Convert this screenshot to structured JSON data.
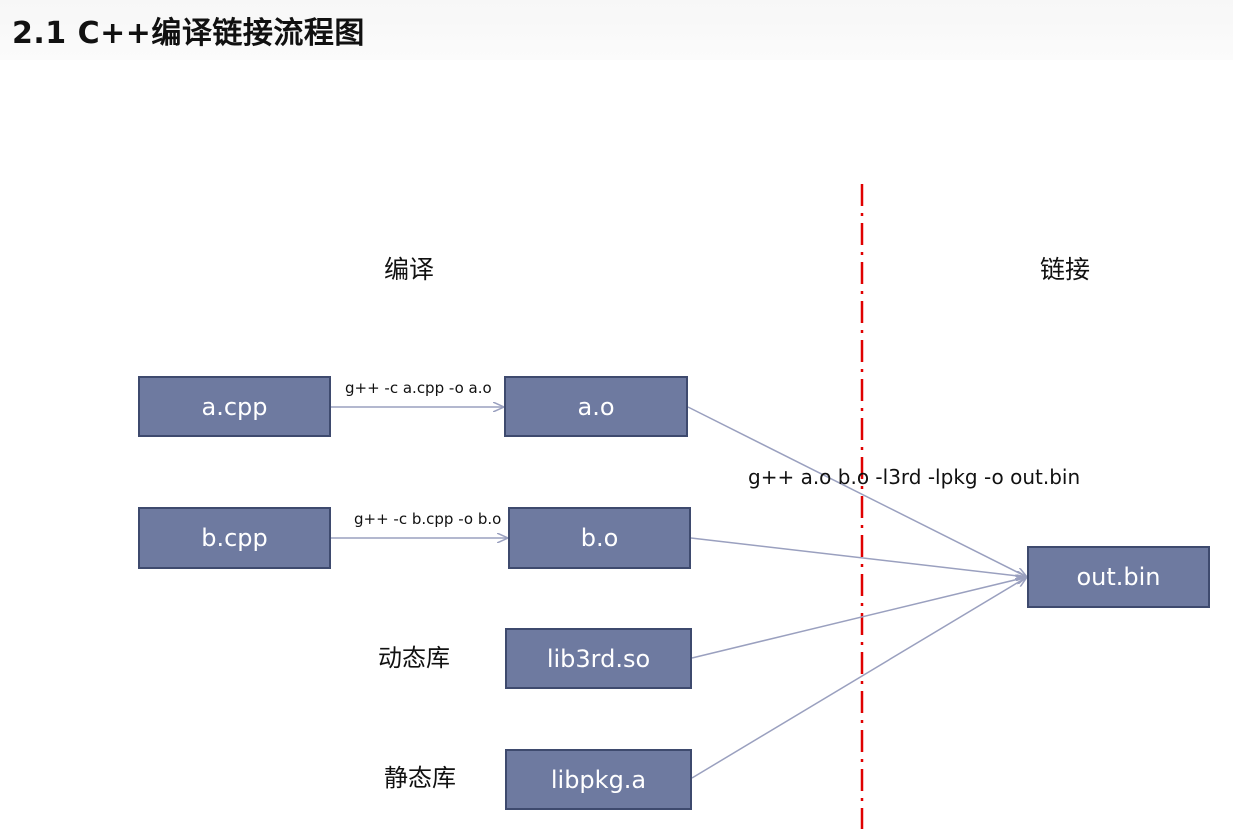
{
  "title": "2.1 C++编译链接流程图",
  "sections": {
    "compile": "编译",
    "link": "链接"
  },
  "side_labels": {
    "dynamic_lib": "动态库",
    "static_lib": "静态库"
  },
  "nodes": {
    "a_cpp": "a.cpp",
    "b_cpp": "b.cpp",
    "a_o": "a.o",
    "b_o": "b.o",
    "lib3rd": "lib3rd.so",
    "libpkg": "libpkg.a",
    "out_bin": "out.bin"
  },
  "commands": {
    "compile_a": "g++ -c a.cpp -o a.o",
    "compile_b": "g++ -c b.cpp -o b.o",
    "link": "g++ a.o b.o -l3rd -lpkg -o out.bin"
  },
  "colors": {
    "node_fill": "#6e7aa0",
    "node_border": "#3e4a6e",
    "arrow": "#9aa0bf",
    "divider": "#e00000"
  }
}
